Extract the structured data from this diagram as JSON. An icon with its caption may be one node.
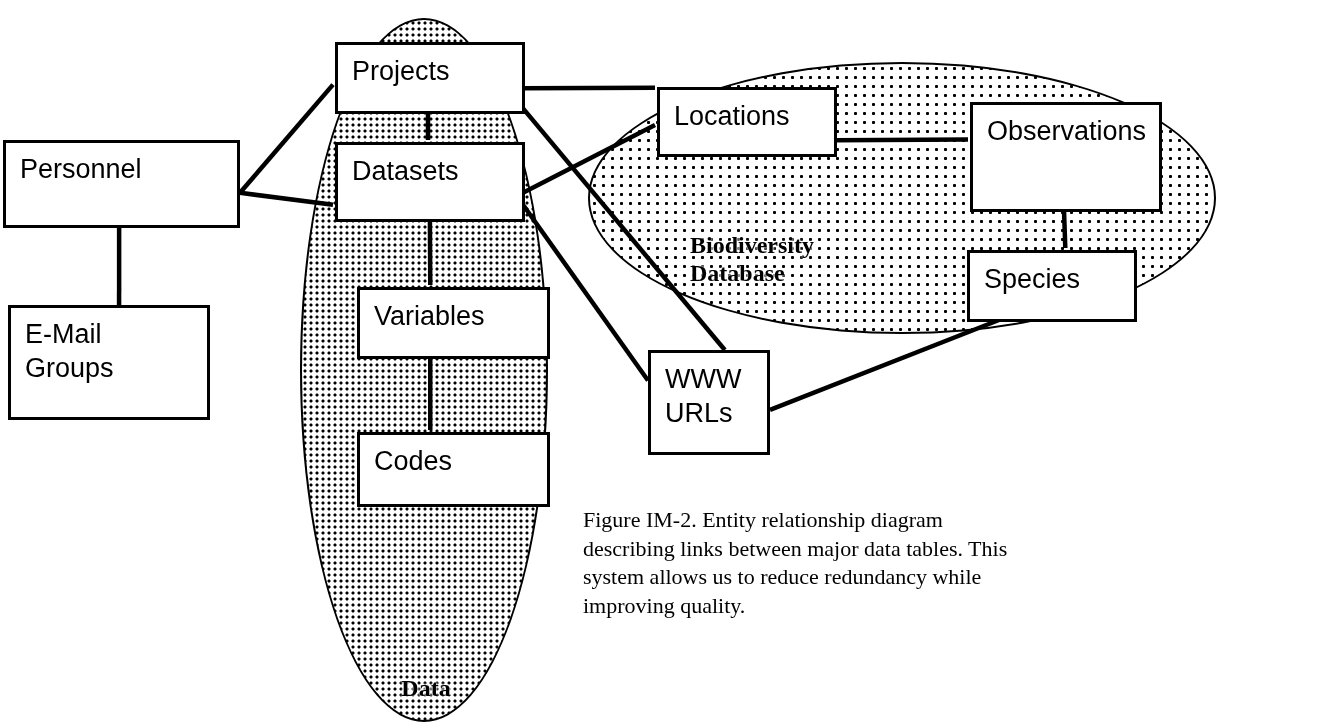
{
  "diagram": {
    "caption": "Figure IM-2. Entity relationship diagram describing links between major data tables. This system allows us to reduce redundancy while improving quality.",
    "nodes": [
      {
        "text": [
          "Data"
        ]
      },
      {
        "text": [
          "Biodiversity Database"
        ]
      },
      {
        "text": [
          "Personnel"
        ]
      },
      {
        "text": [
          "E-Mail Groups"
        ]
      },
      {
        "text": [
          "Projects"
        ],
        "in": 0
      },
      {
        "text": [
          "Datasets"
        ],
        "in": 0
      },
      {
        "text": [
          "Variables"
        ],
        "in": 0
      },
      {
        "text": [
          "Codes"
        ],
        "in": 0
      },
      {
        "text": [
          "Locations"
        ],
        "in": 1
      },
      {
        "text": [
          "Observations"
        ],
        "in": 1
      },
      {
        "text": [
          "Species"
        ],
        "in": 1
      },
      {
        "text": [
          "WWW URLs"
        ]
      }
    ],
    "edges": [
      {
        "from": 2,
        "to": 4,
        "arrow": "none"
      },
      {
        "from": 2,
        "to": 5,
        "arrow": "none"
      },
      {
        "from": 2,
        "to": 3,
        "arrow": "none"
      },
      {
        "from": 4,
        "to": 5,
        "arrow": "none"
      },
      {
        "from": 5,
        "to": 6,
        "arrow": "none"
      },
      {
        "from": 6,
        "to": 7,
        "arrow": "none"
      },
      {
        "from": 4,
        "to": 8,
        "arrow": "none"
      },
      {
        "from": 5,
        "to": 8,
        "arrow": "none"
      },
      {
        "from": 4,
        "to": 11,
        "arrow": "none"
      },
      {
        "from": 5,
        "to": 11,
        "arrow": "none"
      },
      {
        "from": 8,
        "to": 9,
        "arrow": "none"
      },
      {
        "from": 9,
        "to": 10,
        "arrow": "none"
      },
      {
        "from": 10,
        "to": 11,
        "arrow": "none"
      }
    ]
  }
}
